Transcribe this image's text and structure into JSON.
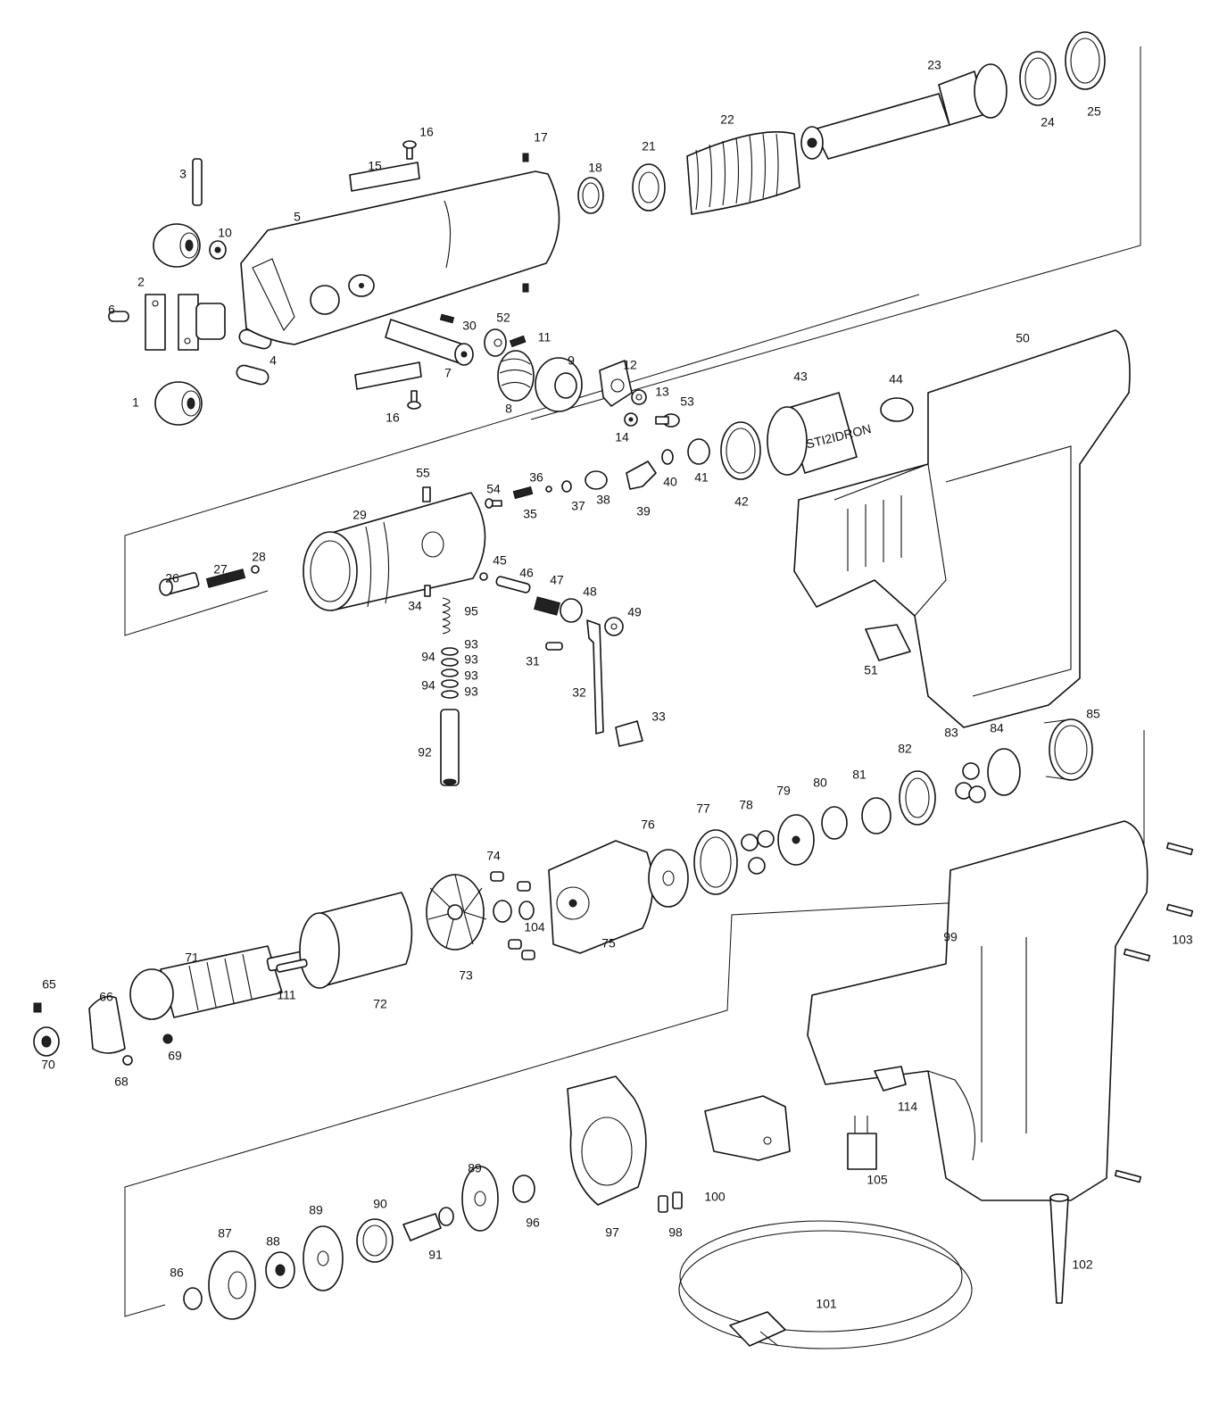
{
  "diagram": {
    "labels": [
      "1",
      "2",
      "3",
      "4",
      "5",
      "6",
      "7",
      "8",
      "9",
      "10",
      "11",
      "12",
      "13",
      "14",
      "15",
      "16",
      "16",
      "17",
      "18",
      "21",
      "22",
      "23",
      "24",
      "25",
      "26",
      "27",
      "28",
      "29",
      "30",
      "31",
      "32",
      "33",
      "34",
      "35",
      "36",
      "37",
      "38",
      "39",
      "40",
      "41",
      "42",
      "43",
      "44",
      "45",
      "46",
      "47",
      "48",
      "49",
      "50",
      "51",
      "52",
      "53",
      "54",
      "55",
      "65",
      "66",
      "68",
      "69",
      "70",
      "71",
      "72",
      "73",
      "74",
      "75",
      "76",
      "77",
      "78",
      "79",
      "80",
      "81",
      "82",
      "83",
      "84",
      "85",
      "86",
      "87",
      "88",
      "89",
      "89",
      "90",
      "91",
      "92",
      "93",
      "93",
      "93",
      "93",
      "94",
      "94",
      "95",
      "96",
      "97",
      "98",
      "99",
      "100",
      "101",
      "102",
      "103",
      "104",
      "105",
      "111",
      "114"
    ],
    "nameplate_text": "STI2IDRON"
  }
}
